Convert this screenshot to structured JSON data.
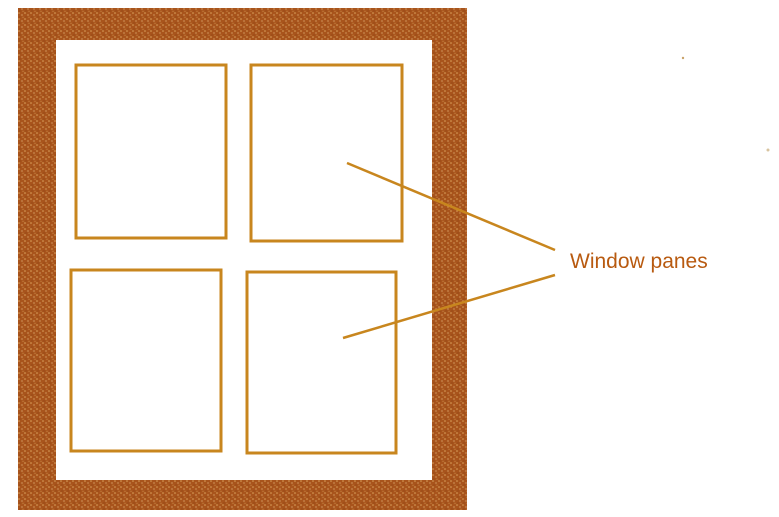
{
  "diagram": {
    "label": "Window panes",
    "colors": {
      "frame": "#A8541C",
      "frame_speckle": "#D9A15C",
      "pane_outline": "#C8861E",
      "label_text": "#B85A10",
      "leader_line": "#C8861E",
      "background": "#FFFFFF"
    },
    "elements": [
      {
        "name": "window-frame",
        "kind": "outer frame"
      },
      {
        "name": "pane-top-left",
        "kind": "pane"
      },
      {
        "name": "pane-top-right",
        "kind": "pane"
      },
      {
        "name": "pane-bottom-left",
        "kind": "pane"
      },
      {
        "name": "pane-bottom-right",
        "kind": "pane"
      }
    ]
  }
}
